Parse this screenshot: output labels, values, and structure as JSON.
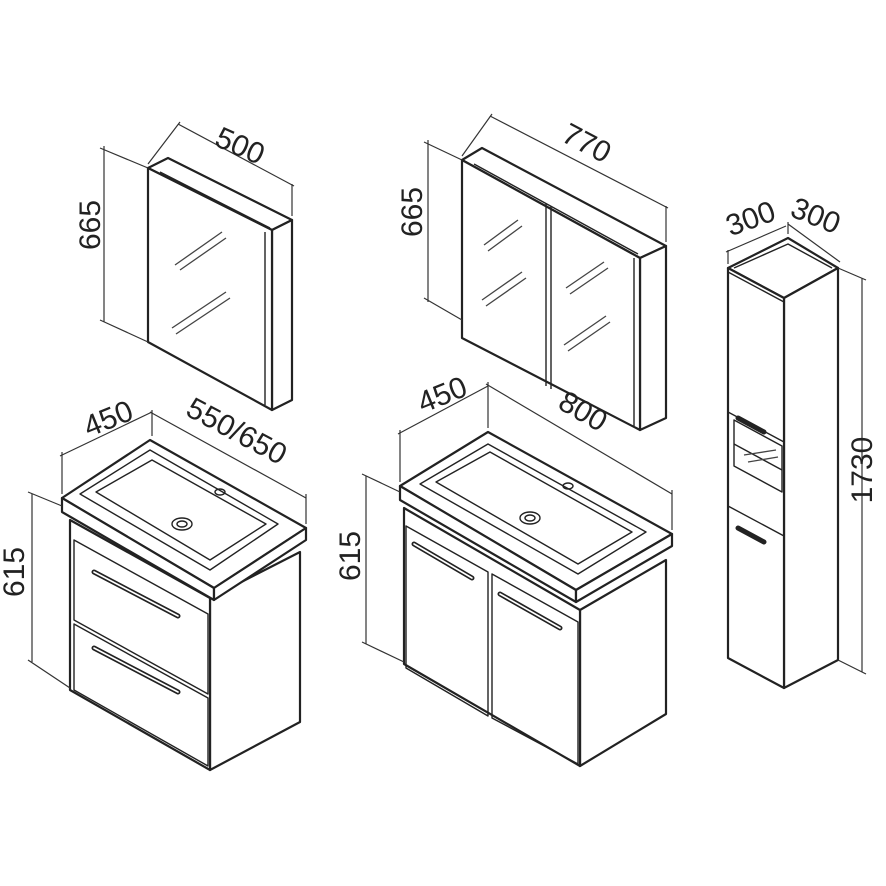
{
  "mirror_cabinet_small": {
    "width": "500",
    "height": "665"
  },
  "mirror_cabinet_large": {
    "width": "770",
    "height": "665"
  },
  "vanity_small": {
    "depth": "450",
    "width": "550/650",
    "height": "615"
  },
  "vanity_large": {
    "depth": "450",
    "width": "800",
    "height": "615"
  },
  "tall_cabinet": {
    "depth": "300",
    "width": "300",
    "height": "1730"
  },
  "colors": {
    "line": "#222222",
    "background": "#ffffff"
  }
}
